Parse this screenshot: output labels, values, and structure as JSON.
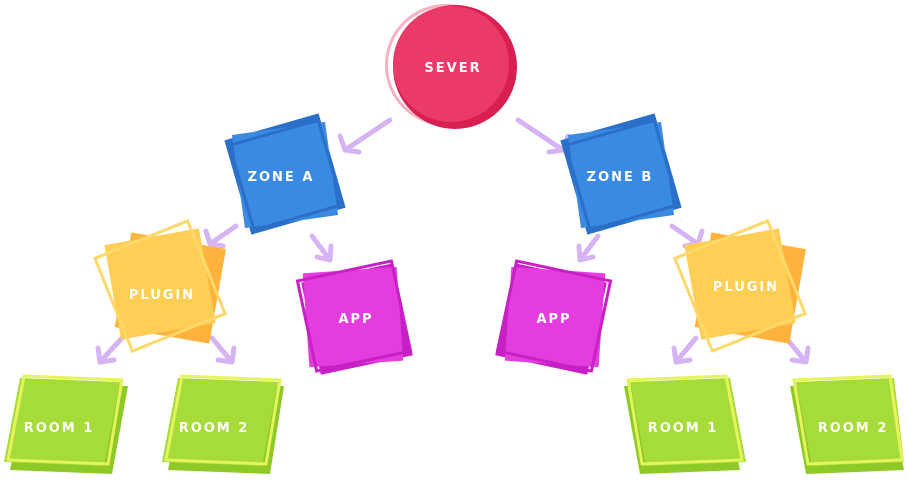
{
  "nodes": {
    "server": {
      "label": "SEVER"
    },
    "zone_a": {
      "label": "ZONE A"
    },
    "zone_b": {
      "label": "ZONE B"
    },
    "plugin_left": {
      "label": "PLUGIN"
    },
    "plugin_right": {
      "label": "PLUGIN"
    },
    "app_left": {
      "label": "APP"
    },
    "app_right": {
      "label": "APP"
    },
    "room_1_left": {
      "label": "ROOM 1"
    },
    "room_2_left": {
      "label": "ROOM 2"
    },
    "room_1_right": {
      "label": "ROOM 1"
    },
    "room_2_right": {
      "label": "ROOM 2"
    }
  },
  "colors": {
    "server": "#ea3a67",
    "zone": "#3a8ae3",
    "plugin": "#ffcc4a",
    "app": "#e33ddf",
    "room": "#a6dc3a",
    "arrow": "#d6b4f4"
  }
}
